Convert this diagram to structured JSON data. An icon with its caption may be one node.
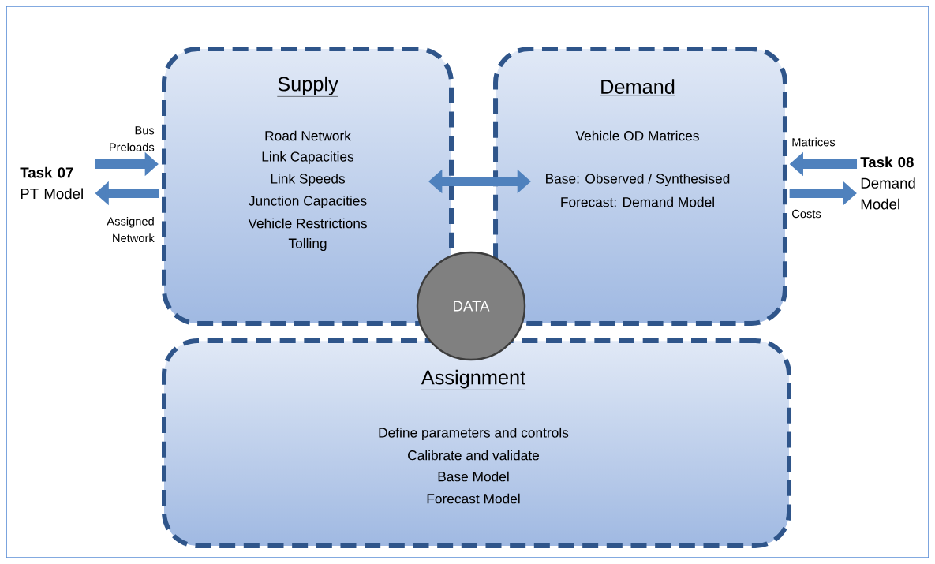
{
  "diagram": {
    "nodes": [
      {
        "text": [
          "Supply",
          "Road Network",
          "Link Capacities",
          "Link Speeds",
          "Junction Capacities",
          "Vehicle Restrictions",
          "Tolling"
        ]
      },
      {
        "text": [
          "Demand",
          "Vehicle OD Matrices",
          "Base: Observed / Synthesised",
          "Forecast: Demand Model"
        ]
      },
      {
        "text": [
          "Assignment",
          "Define parameters and controls",
          "Calibrate and validate",
          "Base Model",
          "Forecast Model"
        ]
      },
      {
        "text": [
          "DATA"
        ]
      },
      {
        "text": [
          "Task 07",
          "PT Model"
        ]
      },
      {
        "text": [
          "Task 08",
          "Demand Model"
        ]
      }
    ],
    "edges": [
      {
        "from": 4,
        "to": 0,
        "arrow": "to",
        "label": "Bus Preloads"
      },
      {
        "from": 0,
        "to": 4,
        "arrow": "to",
        "label": "Assigned Network"
      },
      {
        "from": 0,
        "to": 1,
        "arrow": "both"
      },
      {
        "from": 5,
        "to": 1,
        "arrow": "to",
        "label": "Matrices"
      },
      {
        "from": 1,
        "to": 5,
        "arrow": "to",
        "label": "Costs"
      }
    ]
  }
}
